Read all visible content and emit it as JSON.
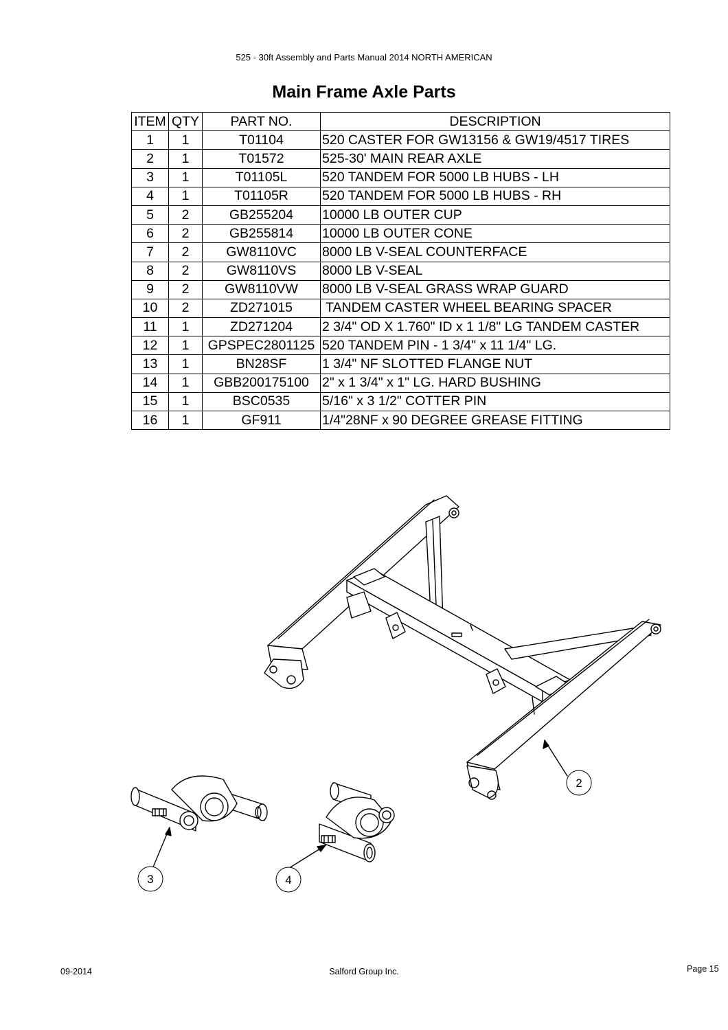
{
  "header": {
    "text": "525 - 30ft Assembly and Parts Manual 2014 NORTH AMERICAN"
  },
  "title": "Main Frame Axle Parts",
  "table": {
    "columns": [
      "ITEM",
      "QTY",
      "PART NO.",
      "DESCRIPTION"
    ],
    "rows": [
      {
        "item": "1",
        "qty": "1",
        "part": "T01104",
        "desc": "520 CASTER FOR GW13156 & GW19/4517 TIRES"
      },
      {
        "item": "2",
        "qty": "1",
        "part": "T01572",
        "desc": "525-30' MAIN REAR AXLE"
      },
      {
        "item": "3",
        "qty": "1",
        "part": "T01105L",
        "desc": "520 TANDEM FOR 5000 LB HUBS - LH"
      },
      {
        "item": "4",
        "qty": "1",
        "part": "T01105R",
        "desc": "520 TANDEM FOR 5000 LB HUBS - RH"
      },
      {
        "item": "5",
        "qty": "2",
        "part": "GB255204",
        "desc": "10000 LB OUTER CUP"
      },
      {
        "item": "6",
        "qty": "2",
        "part": "GB255814",
        "desc": "10000 LB OUTER CONE"
      },
      {
        "item": "7",
        "qty": "2",
        "part": "GW8110VC",
        "desc": "8000 LB V-SEAL COUNTERFACE"
      },
      {
        "item": "8",
        "qty": "2",
        "part": "GW8110VS",
        "desc": "8000 LB V-SEAL"
      },
      {
        "item": "9",
        "qty": "2",
        "part": "GW8110VW",
        "desc": "8000 LB V-SEAL GRASS WRAP GUARD"
      },
      {
        "item": "10",
        "qty": "2",
        "part": "ZD271015",
        "desc": " TANDEM CASTER WHEEL BEARING SPACER"
      },
      {
        "item": "11",
        "qty": "1",
        "part": "ZD271204",
        "desc": "2 3/4\" OD X 1.760\" ID x 1 1/8\" LG TANDEM CASTER"
      },
      {
        "item": "12",
        "qty": "1",
        "part": "GPSPEC2801125",
        "desc": "520 TANDEM PIN - 1 3/4\" x 11 1/4\" LG."
      },
      {
        "item": "13",
        "qty": "1",
        "part": "BN28SF",
        "desc": "1 3/4\" NF SLOTTED FLANGE NUT"
      },
      {
        "item": "14",
        "qty": "1",
        "part": "GBB200175100",
        "desc": "2\" x 1 3/4\" x 1\" LG. HARD BUSHING"
      },
      {
        "item": "15",
        "qty": "1",
        "part": "BSC0535",
        "desc": "5/16\" x 3 1/2\" COTTER PIN"
      },
      {
        "item": "16",
        "qty": "1",
        "part": "GF911",
        "desc": "1/4\"28NF x 90 DEGREE GREASE FITTING"
      }
    ]
  },
  "callouts": [
    "2",
    "3",
    "4"
  ],
  "footer": {
    "date": "09-2014",
    "company": "Salford Group Inc.",
    "page": "Page 15"
  }
}
